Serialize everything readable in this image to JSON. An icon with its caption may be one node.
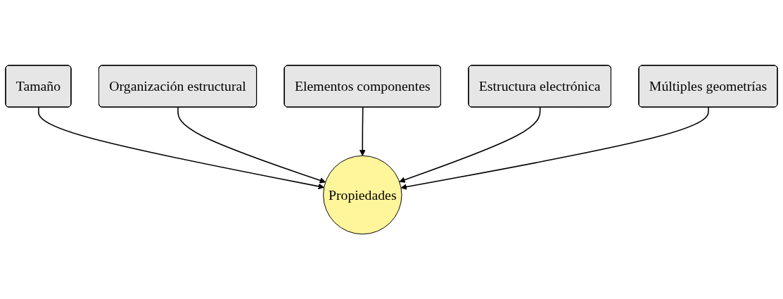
{
  "diagram": {
    "nodes": [
      {
        "text": [
          "Tamaño"
        ]
      },
      {
        "text": [
          "Organización estructural"
        ]
      },
      {
        "text": [
          "Elementos componentes"
        ]
      },
      {
        "text": [
          "Propiedades"
        ]
      },
      {
        "text": [
          "Estructura electrónica"
        ]
      },
      {
        "text": [
          "Múltiples geometrías"
        ]
      }
    ],
    "edges": [
      {
        "from": 0,
        "to": 3,
        "arrow": "to"
      },
      {
        "from": 1,
        "to": 3,
        "arrow": "to"
      },
      {
        "from": 2,
        "to": 3,
        "arrow": "to"
      },
      {
        "from": 4,
        "to": 3,
        "arrow": "to"
      },
      {
        "from": 5,
        "to": 3,
        "arrow": "to"
      }
    ]
  }
}
